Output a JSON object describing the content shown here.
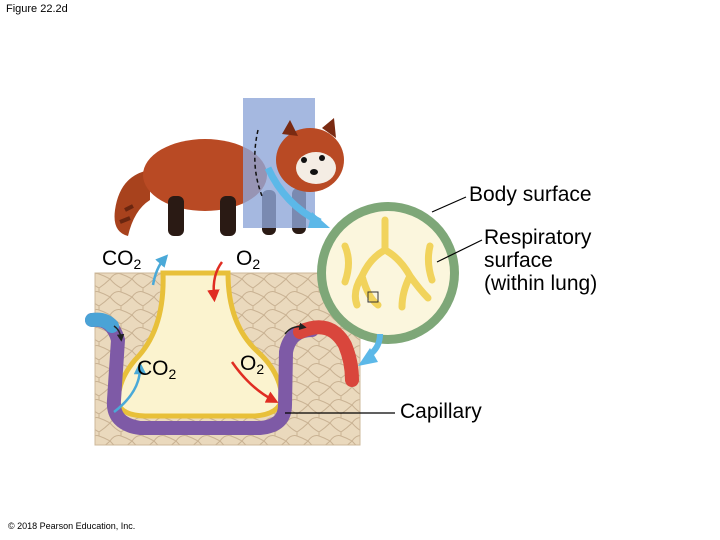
{
  "figure_label": "Figure 22.2d",
  "copyright": "© 2018 Pearson Education, Inc.",
  "labels": {
    "co2_top": {
      "base": "CO",
      "sub": "2"
    },
    "o2_top": {
      "base": "O",
      "sub": "2"
    },
    "co2_inner": {
      "base": "CO",
      "sub": "2"
    },
    "o2_inner": {
      "base": "O",
      "sub": "2"
    },
    "body_surface": "Body surface",
    "respiratory_lines": [
      "Respiratory",
      "surface",
      "(within lung)"
    ],
    "capillary": "Capillary"
  },
  "colors": {
    "tissue": "#ead9bd",
    "cell_outline": "#c9b293",
    "alveolus_fill": "#fbf3cf",
    "alveolus_border": "#e8c03a",
    "capillary_deoxygenated": "#7e5aa6",
    "capillary_oxygenated": "#d9463c",
    "capillary_venous_end": "#4aa3d6",
    "co2_arrow": "#4aa9d8",
    "o2_arrow": "#e02d22",
    "lung_ring": "#7ea778",
    "lung_interior": "#fbf6dd",
    "lung_airways": "#f1d35c",
    "body_sheet": "#8fa6d8",
    "airflow_arrow": "#5cb8e8",
    "panda_fur": "#b94a24"
  }
}
